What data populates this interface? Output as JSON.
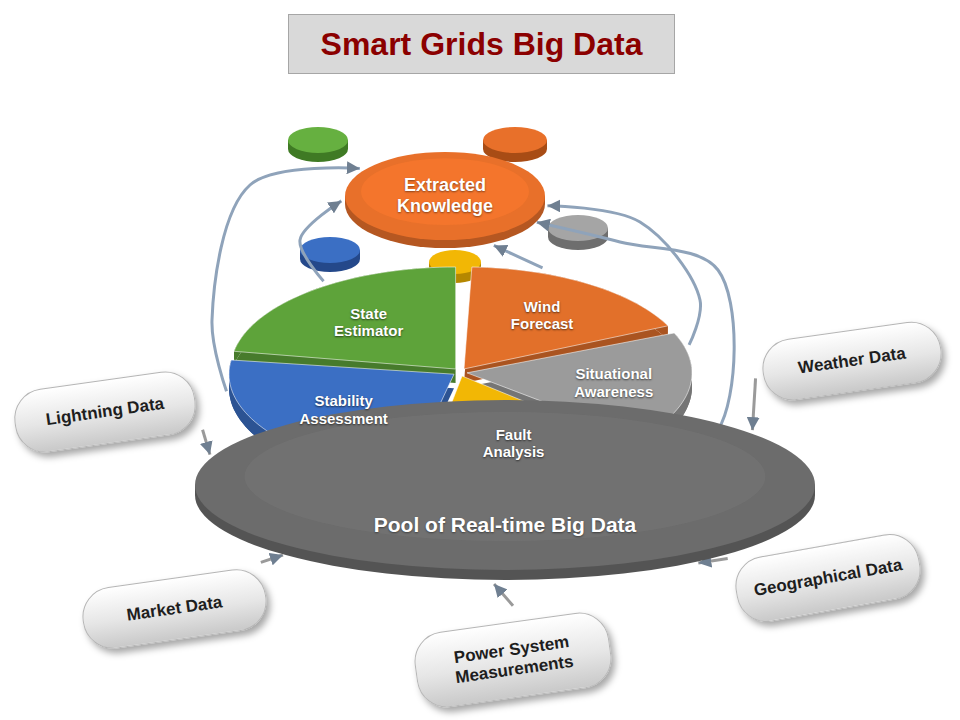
{
  "diagram": {
    "title": "Smart Grids Big Data",
    "nodes": [
      {
        "text": [
          "Extracted Knowledge"
        ]
      },
      {
        "text": [
          "State Estimator"
        ]
      },
      {
        "text": [
          "Wind Forecast"
        ]
      },
      {
        "text": [
          "Situational Awareness"
        ]
      },
      {
        "text": [
          "Stability Assessment"
        ]
      },
      {
        "text": [
          "Fault Analysis"
        ]
      },
      {
        "text": [
          "Pool of Real-time Big Data"
        ]
      },
      {
        "text": [
          "Lightning Data"
        ]
      },
      {
        "text": [
          "Weather Data"
        ]
      },
      {
        "text": [
          "Market Data"
        ]
      },
      {
        "text": [
          "Power System Measurements"
        ]
      },
      {
        "text": [
          "Geographical Data"
        ]
      }
    ],
    "edges": [
      {
        "from": 1,
        "to": 0,
        "arrow": "to"
      },
      {
        "from": 2,
        "to": 0,
        "arrow": "to"
      },
      {
        "from": 3,
        "to": 0,
        "arrow": "to"
      },
      {
        "from": 4,
        "to": 0,
        "arrow": "to"
      },
      {
        "from": 5,
        "to": 0,
        "arrow": "to"
      },
      {
        "from": 7,
        "to": 6,
        "arrow": "to"
      },
      {
        "from": 8,
        "to": 6,
        "arrow": "to"
      },
      {
        "from": 9,
        "to": 6,
        "arrow": "to"
      },
      {
        "from": 10,
        "to": 6,
        "arrow": "to"
      },
      {
        "from": 11,
        "to": 6,
        "arrow": "to"
      }
    ]
  }
}
